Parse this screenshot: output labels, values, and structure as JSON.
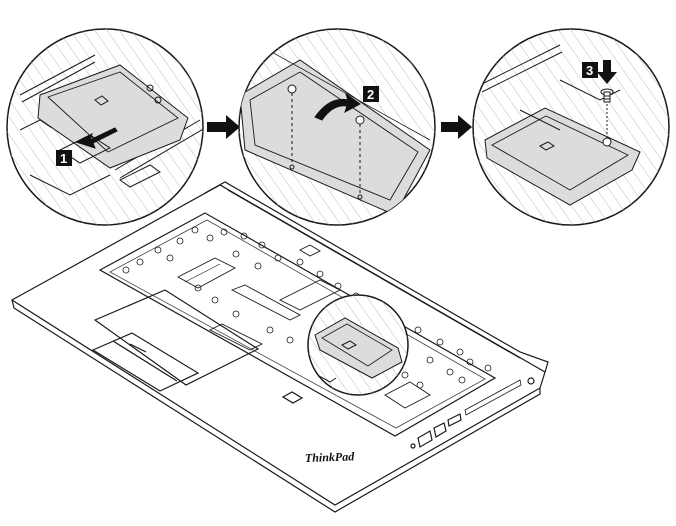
{
  "diagram": {
    "steps": [
      {
        "label": "1"
      },
      {
        "label": "2"
      },
      {
        "label": "3"
      }
    ],
    "brand_logo": "ThinkPad",
    "colors": {
      "line": "#1a1a1a",
      "part_fill": "#d9d9d9",
      "hatch": "#c8c8c8",
      "callout_bg": "#111111",
      "callout_text": "#ffffff"
    },
    "icons": [
      "arrow-right-icon",
      "arrow-right-icon",
      "rotate-arrow-icon",
      "arrow-down-icon",
      "screw-icon"
    ]
  }
}
